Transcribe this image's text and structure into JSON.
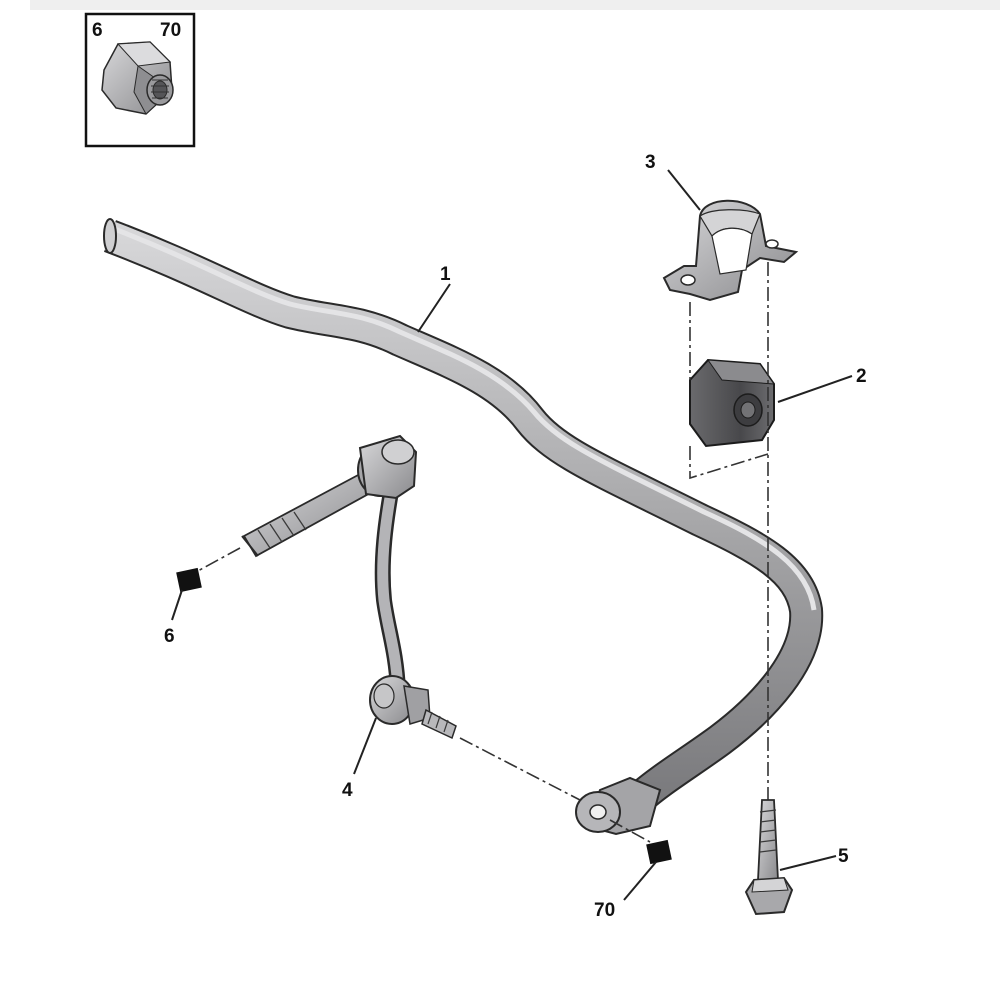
{
  "inset": {
    "label_left": "6",
    "label_right": "70"
  },
  "callouts": {
    "stabilizer_bar": "1",
    "bushing": "2",
    "bracket": "3",
    "link": "4",
    "bolt": "5",
    "nut_left": "6",
    "nut_right": "70"
  },
  "colors": {
    "part_fill": "#a9a9ab",
    "part_light": "#cfcfd1",
    "part_dark": "#6f6f72",
    "outline": "#2a2a2a",
    "nut_marker": "#111111"
  },
  "icons": {
    "nut": "hex-nut-icon",
    "marker": "square-marker-icon"
  }
}
